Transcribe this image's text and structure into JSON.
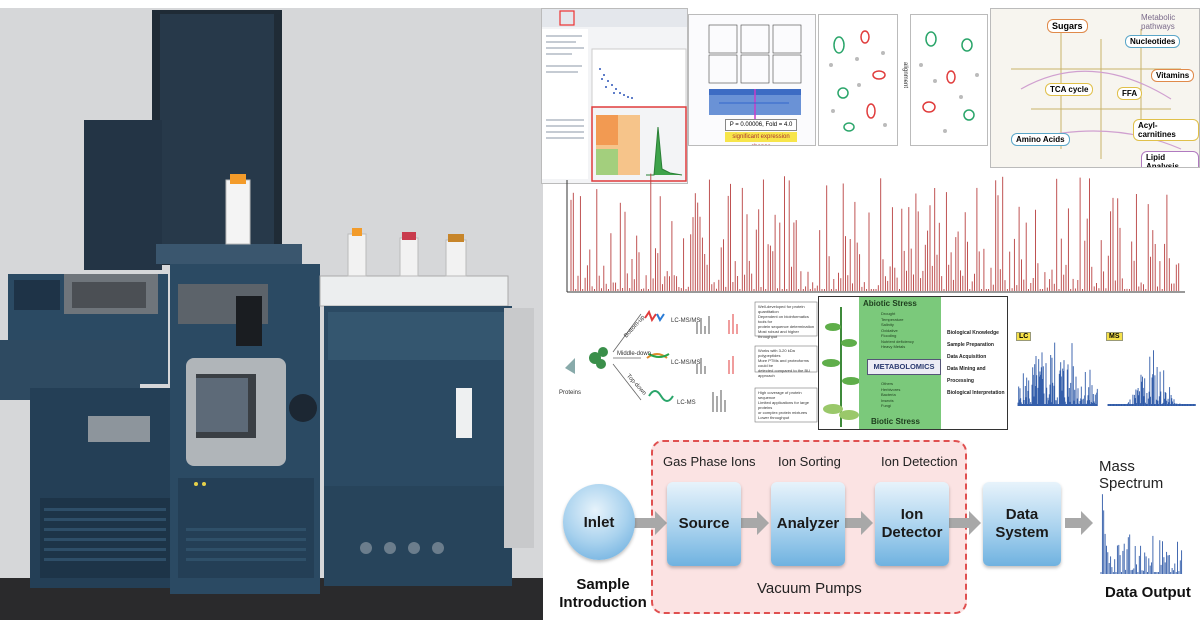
{
  "panels": {
    "volcano": {
      "annotation_line1": "P = 0.00006, Fold = 4.0",
      "annotation_line2": "significant expression change"
    },
    "metabolic_map": {
      "title": "Metabolic pathways",
      "labels": [
        "Sugars",
        "Nucleotides",
        "TCA cycle",
        "FFA",
        "Vitamins",
        "Acyl-carnitines",
        "Amino Acids",
        "Lipid Analysis"
      ]
    },
    "alignment": {
      "label": "alignment"
    },
    "proteomics": {
      "center_label": "Proteins",
      "branches": [
        {
          "name": "Bottom-up",
          "method": "LC-MS/MS",
          "desc": [
            "Well-developed for protein quantitation",
            "Dependent on bioinformatics tools for",
            "protein sequence determination",
            "Most robust and higher throughput"
          ]
        },
        {
          "name": "Middle-down",
          "method": "LC-MS/MS",
          "desc": [
            "Works with 3-20 kDa polypeptides",
            "More PTMs and proteoforms could be",
            "detected compared to the BU approach"
          ]
        },
        {
          "name": "Top-down",
          "method": "LC-MS",
          "desc": [
            "High coverage of protein sequence",
            "Limited applications for large proteins",
            "or complex protein mixtures",
            "Lower throughput"
          ]
        }
      ]
    },
    "metabolomics": {
      "abiotic_title": "Abiotic Stress",
      "abiotic_items": [
        "Drought",
        "Temperature",
        "Salinity",
        "Oxidative",
        "Flooding",
        "Nutrient deficiency",
        "Heavy Metals"
      ],
      "center": "METABOLOMICS",
      "biotic_items": [
        "Others",
        "Herbivores",
        "Bacteria",
        "Insects",
        "Fungi"
      ],
      "biotic_title": "Biotic Stress",
      "right_items": [
        "Biological Knowledge",
        "Sample Preparation",
        "Data Acquisition",
        "Data Mining and Processing",
        "Biological Interpretation"
      ]
    },
    "lc_label": "LC",
    "ms_label": "MS"
  },
  "flow": {
    "inlet": "Inlet",
    "sample_line1": "Sample",
    "sample_line2": "Introduction",
    "gas_phase": "Gas Phase Ions",
    "ion_sorting": "Ion Sorting",
    "ion_detection": "Ion Detection",
    "source": "Source",
    "analyzer": "Analyzer",
    "detector_line1": "Ion",
    "detector_line2": "Detector",
    "data_line1": "Data",
    "data_line2": "System",
    "vacuum": "Vacuum Pumps",
    "mass_spectrum": "Mass Spectrum",
    "data_output": "Data Output"
  },
  "colors": {
    "flow_blue": "#6fb2e0",
    "dash_red": "#e05050",
    "vacuum_fill": "#fbe3e3",
    "spectrum_red": "#b84040",
    "instrument_navy": "#2b4a63",
    "spectrum_blue": "#2f5aa8",
    "green_panel": "#7bc97b"
  }
}
